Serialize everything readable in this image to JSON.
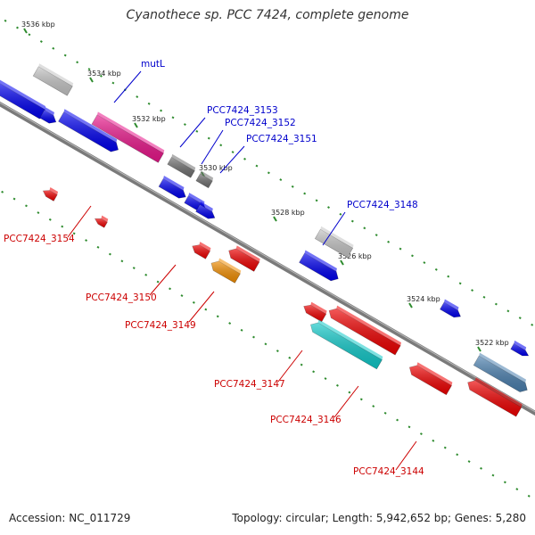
{
  "title": "Cyanothece sp. PCC 7424, complete genome",
  "footer": {
    "accession": "Accession: NC_011729",
    "summary": "Topology: circular; Length: 5,942,652 bp; Genes: 5,280"
  },
  "colors": {
    "backbone": "#7a7a7a",
    "tick": "#2e8b2e",
    "forward_label": "#0000cc",
    "reverse_label": "#cc0000",
    "blue": "#0000ee",
    "red": "#ee0000",
    "magenta": "#e8168a",
    "gray_light": "#c4c4c4",
    "gray_dark": "#6f6f6f",
    "orange": "#f08c00",
    "cyan": "#10c8c8",
    "steel": "#4a7fae"
  },
  "ticks": [
    {
      "label": "3536 kbp"
    },
    {
      "label": "3534 kbp"
    },
    {
      "label": "3532 kbp"
    },
    {
      "label": "3530 kbp"
    },
    {
      "label": "3528 kbp"
    },
    {
      "label": "3526 kbp"
    },
    {
      "label": "3524 kbp"
    },
    {
      "label": "3522 kbp"
    }
  ],
  "forward_labels": [
    {
      "text": "mutL"
    },
    {
      "text": "PCC7424_3153"
    },
    {
      "text": "PCC7424_3152"
    },
    {
      "text": "PCC7424_3151"
    },
    {
      "text": "PCC7424_3148"
    }
  ],
  "reverse_labels": [
    {
      "text": "PCC7424_3154"
    },
    {
      "text": "PCC7424_3150"
    },
    {
      "text": "PCC7424_3149"
    },
    {
      "text": "PCC7424_3147"
    },
    {
      "text": "PCC7424_3146"
    },
    {
      "text": "PCC7424_3144"
    }
  ]
}
